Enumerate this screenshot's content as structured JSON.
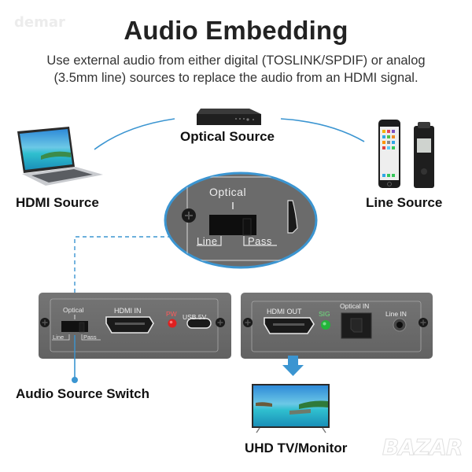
{
  "watermarks": {
    "top_left": "demar",
    "bottom_right": "BAZAR"
  },
  "header": {
    "title": "Audio Embedding",
    "subtitle_line1": "Use external audio from either digital (TOSLINK/SPDIF) or analog",
    "subtitle_line2": "(3.5mm line) sources to replace the audio from an HDMI signal."
  },
  "sources": {
    "hdmi": {
      "label": "HDMI Source",
      "icon": "laptop-icon"
    },
    "optical": {
      "label": "Optical Source",
      "icon": "dvr-box-icon"
    },
    "line": {
      "label": "Line Source",
      "icon": "phone-recorder-icon"
    }
  },
  "zoom_callout": {
    "switch_top": "Optical",
    "switch_left": "Line",
    "switch_right": "Pass"
  },
  "device_left": {
    "switch_top": "Optical",
    "switch_left": "Line",
    "switch_right": "Pass",
    "hdmi_in": "HDMI IN",
    "pw": "PW",
    "usb": "USB 5V",
    "pw_led_color": "#e02020"
  },
  "device_right": {
    "hdmi_out": "HDMI OUT",
    "sig": "SIG",
    "optical_in": "Optical IN",
    "line_in": "Line IN",
    "sig_led_color": "#22b43a"
  },
  "callouts": {
    "switch_label": "Audio Source Switch",
    "output_label": "UHD TV/Monitor"
  },
  "colors": {
    "accent": "#3b95d1",
    "panel": "#6a6a6a",
    "panel_dark": "#5a5a5a",
    "text": "#111111"
  }
}
